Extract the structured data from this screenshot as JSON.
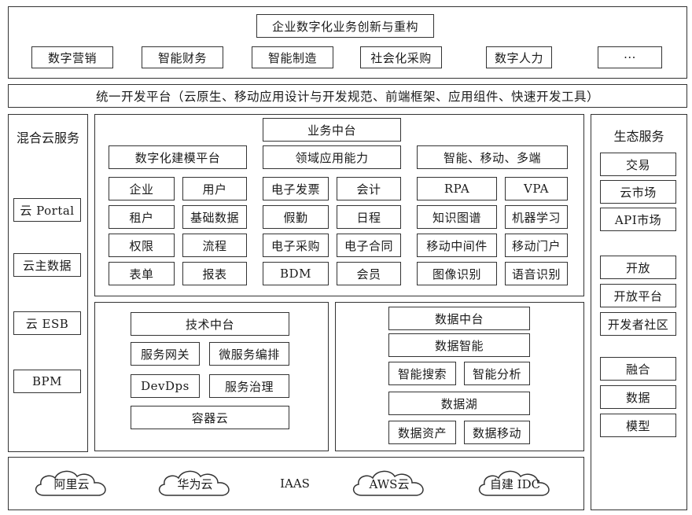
{
  "top": {
    "title": "企业数字化业务创新与重构",
    "items": [
      "数字营销",
      "智能财务",
      "智能制造",
      "社会化采购",
      "数字人力",
      "···"
    ]
  },
  "platform": {
    "text": "统一开发平台（云原生、移动应用设计与开发规范、前端框架、应用组件、快速开发工具）"
  },
  "hybrid": {
    "title": "混合云服务",
    "items": [
      "云 Portal",
      "云主数据",
      "云 ESB",
      "BPM"
    ]
  },
  "business": {
    "title": "业务中台",
    "groups": [
      {
        "title": "数字化建模平台",
        "cells": [
          "企业",
          "用户",
          "租户",
          "基础数据",
          "权限",
          "流程",
          "表单",
          "报表"
        ]
      },
      {
        "title": "领域应用能力",
        "cells": [
          "电子发票",
          "会计",
          "假勤",
          "日程",
          "电子采购",
          "电子合同",
          "BDM",
          "会员"
        ]
      },
      {
        "title": "智能、移动、多端",
        "cells": [
          "RPA",
          "VPA",
          "知识图谱",
          "机器学习",
          "移动中间件",
          "移动门户",
          "图像识别",
          "语音识别"
        ]
      }
    ]
  },
  "tech": {
    "title": "技术中台",
    "items": [
      "服务网关",
      "微服务编排",
      "DevDps",
      "服务治理"
    ],
    "bottom": "容器云"
  },
  "datamid": {
    "title": "数据中台",
    "intel": "数据智能",
    "intel_items": [
      "智能搜索",
      "智能分析"
    ],
    "lake": "数据湖",
    "lake_items": [
      "数据资产",
      "数据移动"
    ]
  },
  "eco": {
    "title": "生态服务",
    "items": [
      "交易",
      "云市场",
      "API市场",
      "开放",
      "开放平台",
      "开发者社区",
      "融合",
      "数据",
      "模型"
    ]
  },
  "iaas": {
    "clouds": [
      "阿里云",
      "华为云",
      "AWS云",
      "自建 IDC"
    ],
    "center": "IAAS"
  }
}
